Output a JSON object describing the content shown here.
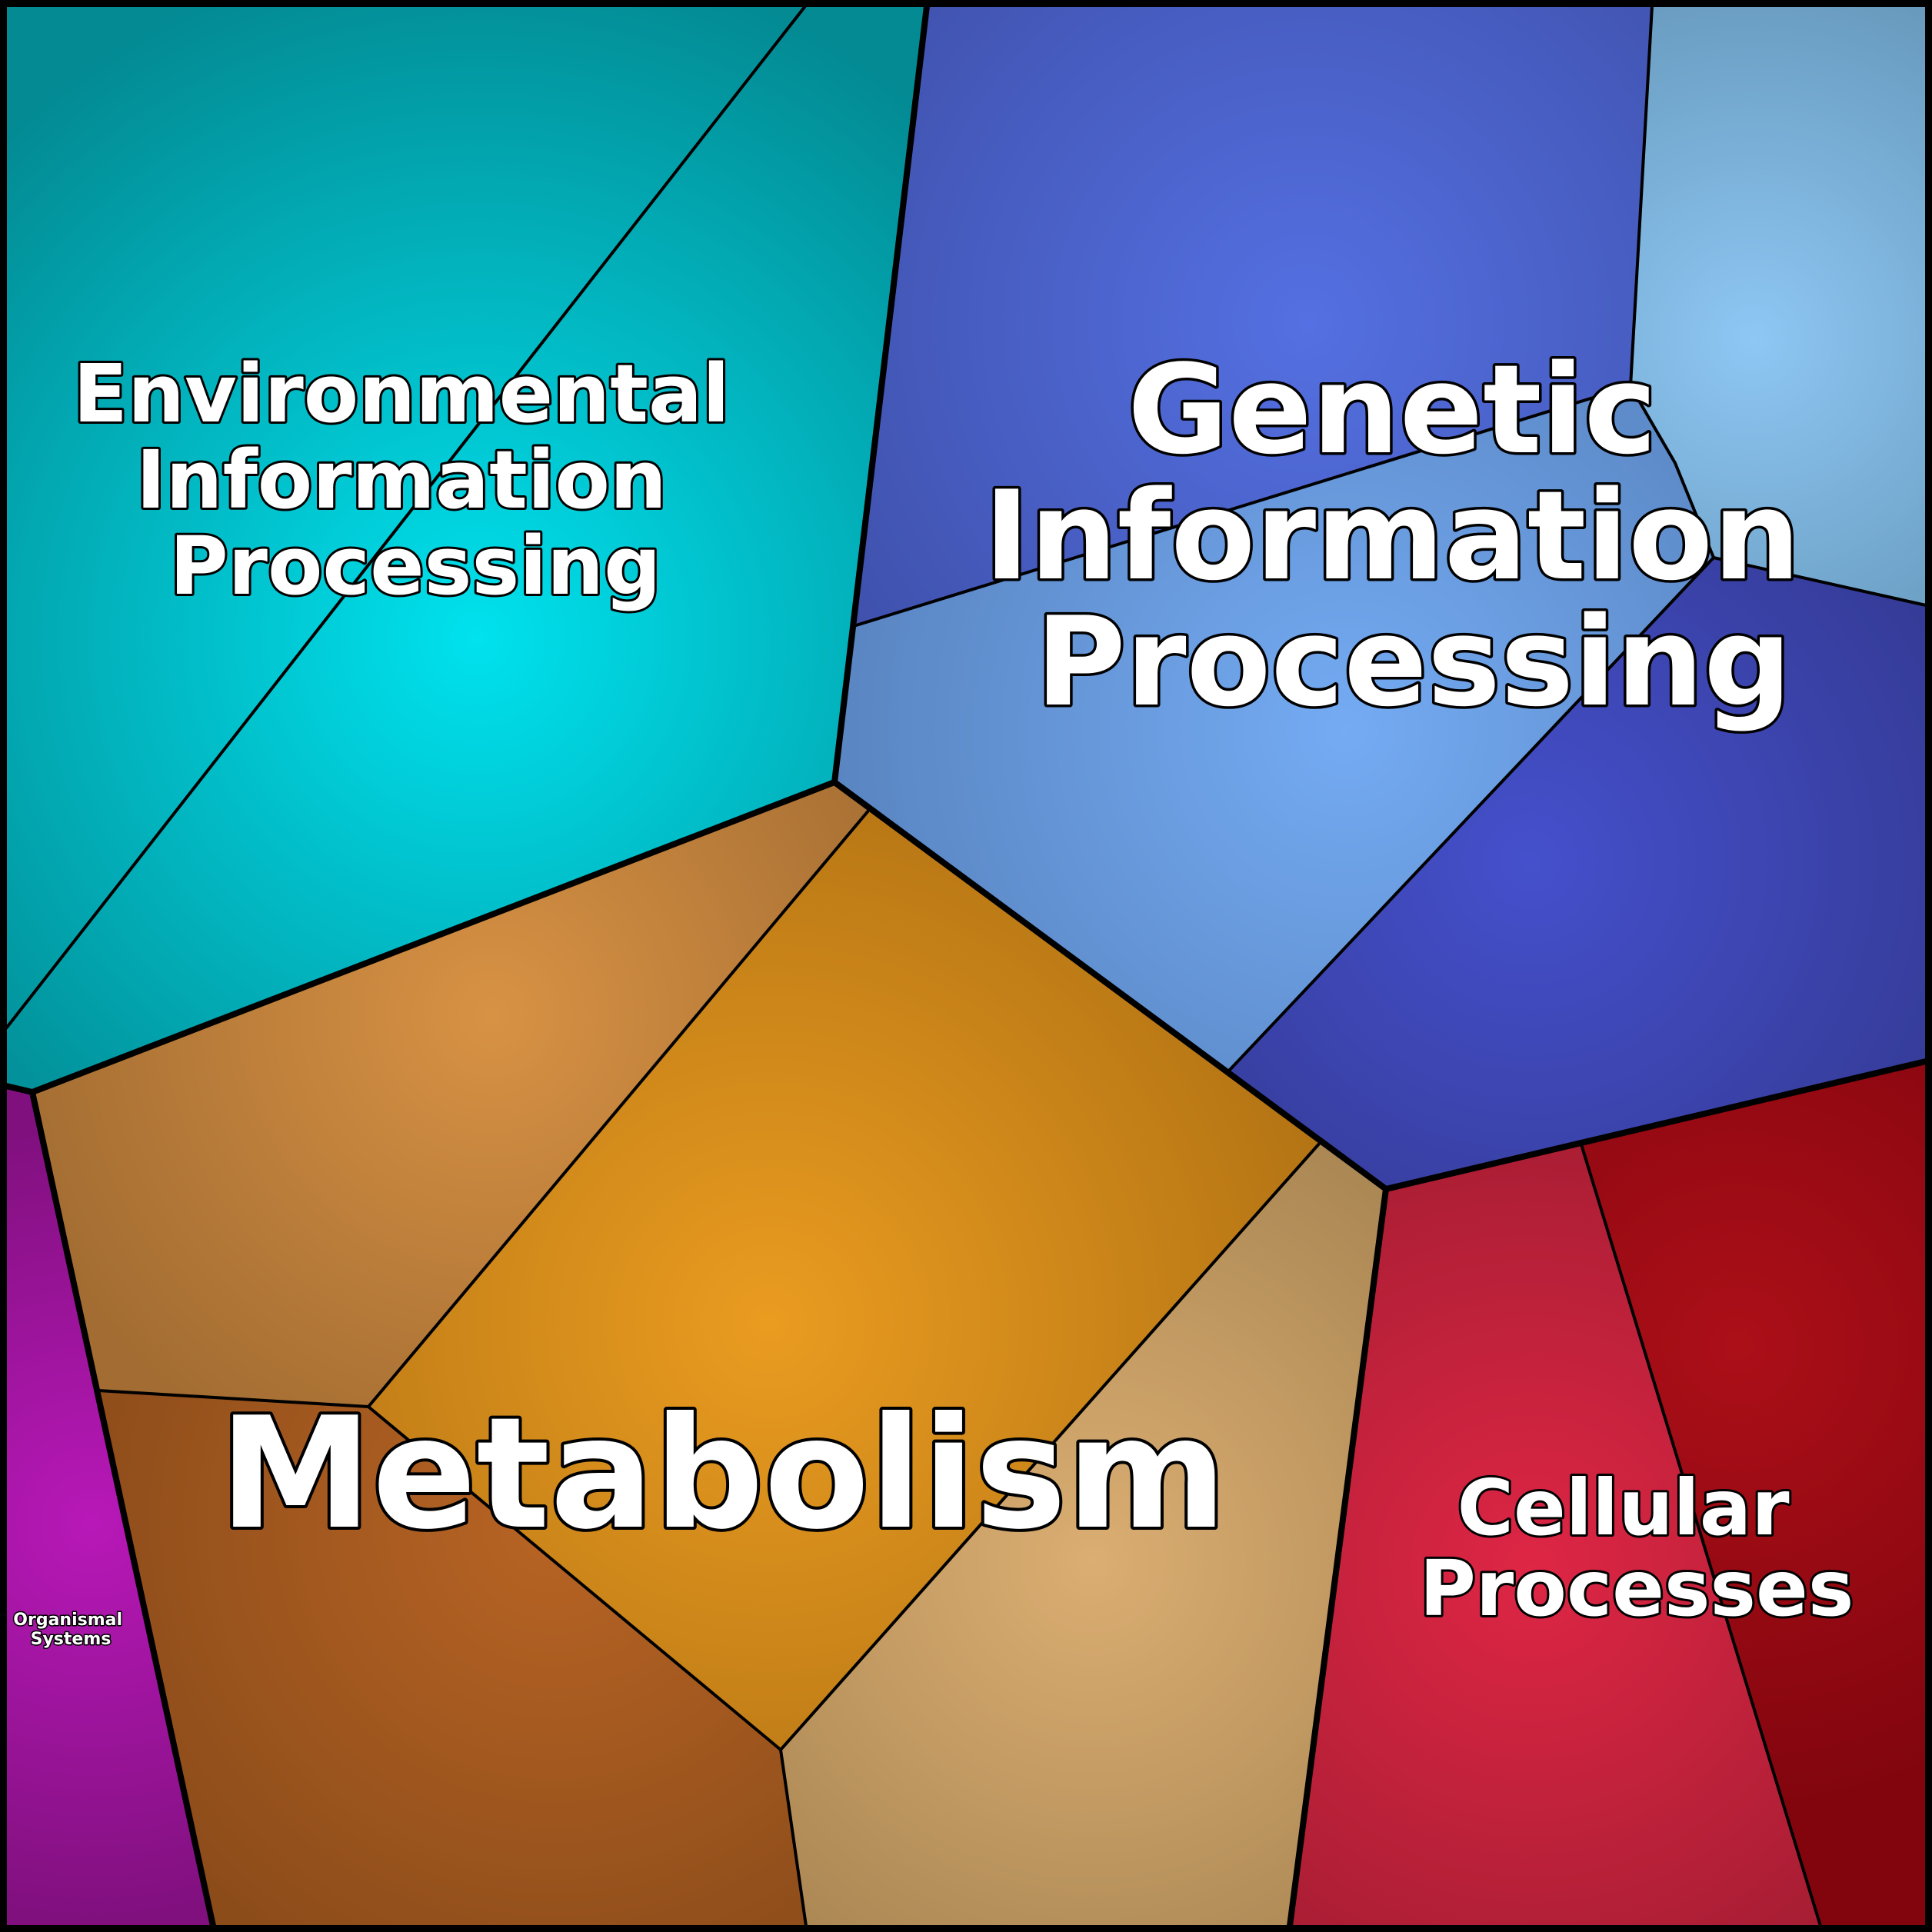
{
  "categories": [
    {
      "id": "environmental",
      "label_lines": [
        "Environmental",
        "Information",
        "Processing"
      ],
      "color": "#03aab5"
    },
    {
      "id": "genetic",
      "label_lines": [
        "Genetic",
        "Information",
        "Processing"
      ],
      "color": "#4050c0"
    },
    {
      "id": "metabolism",
      "label_lines": [
        "Metabolism"
      ],
      "color": "#c98a24"
    },
    {
      "id": "cellular",
      "label_lines": [
        "Cellular",
        "Processes"
      ],
      "color": "#c82038"
    },
    {
      "id": "organismal",
      "label_lines": [
        "Organismal",
        "Systems"
      ],
      "color": "#9a169a"
    }
  ]
}
